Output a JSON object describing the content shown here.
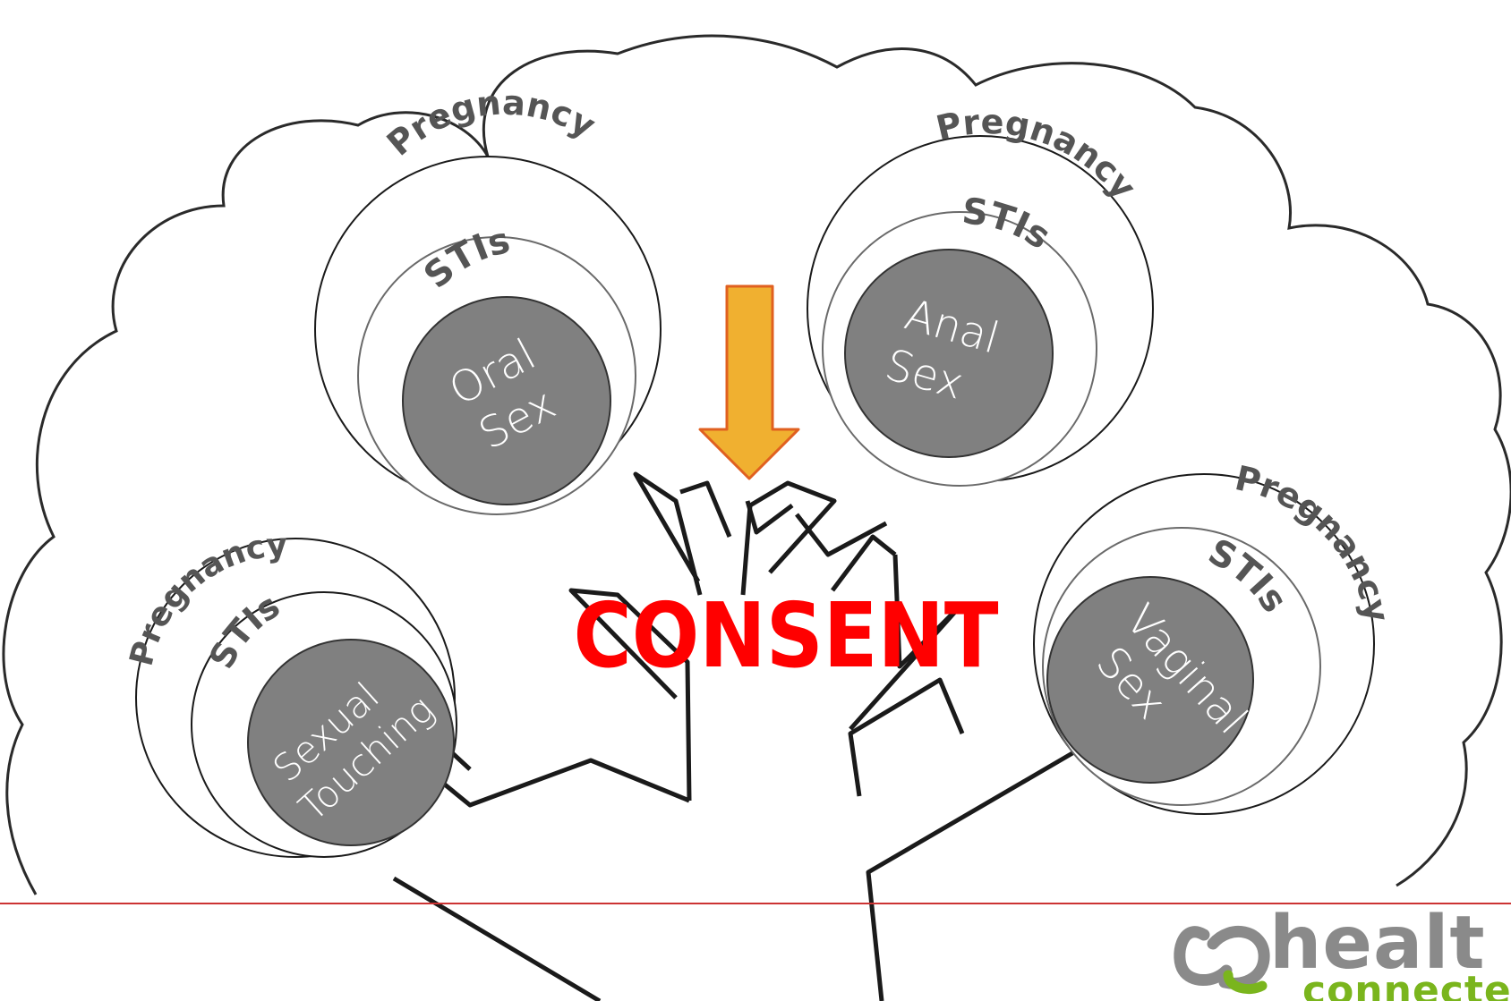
{
  "center_label": "CONSENT",
  "risk_outer_label": "Pregnancy",
  "risk_inner_label": "STIs",
  "activities": [
    {
      "line1": "Oral",
      "line2": "Sex"
    },
    {
      "line1": "Anal",
      "line2": "Sex"
    },
    {
      "line1": "Sexual",
      "line2": "Touching"
    },
    {
      "line1": "Vaginal",
      "line2": "Sex"
    }
  ],
  "logo": {
    "line1": "healt",
    "line2": "connecte"
  },
  "colors": {
    "consent_text": "#ff0000",
    "arrow_fill": "#f0b030",
    "arrow_stroke": "#e06020",
    "core_fill": "#808080",
    "divider_line": "#cc3333",
    "logo_gray": "#8a8a8a",
    "logo_green": "#7ab51d"
  }
}
